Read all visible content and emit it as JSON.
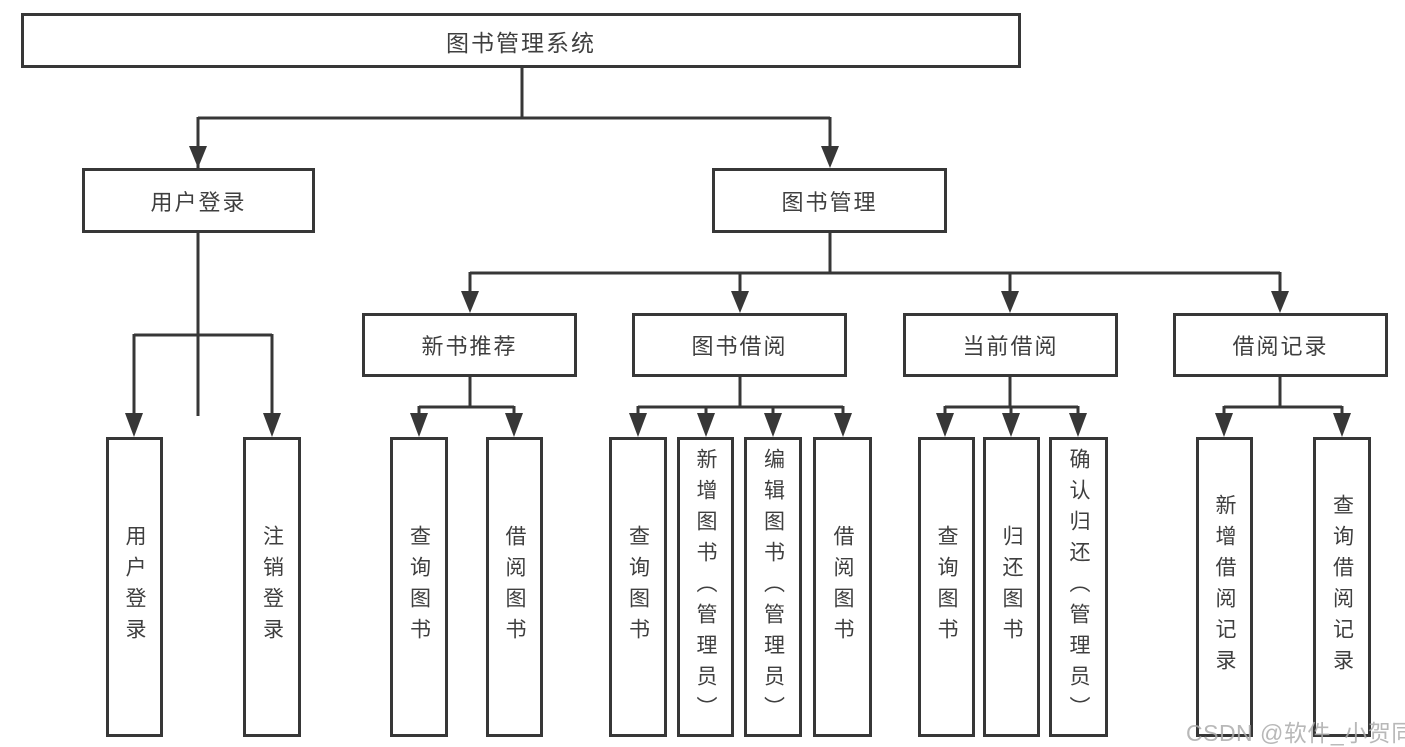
{
  "diagram": {
    "title": "图书管理系统",
    "tree": {
      "label": "图书管理系统",
      "children": [
        {
          "label": "用户登录",
          "children": [
            {
              "label": "用户登录"
            },
            {
              "label": "注销登录"
            }
          ]
        },
        {
          "label": "图书管理",
          "children": [
            {
              "label": "新书推荐",
              "children": [
                {
                  "label": "查询图书"
                },
                {
                  "label": "借阅图书"
                }
              ]
            },
            {
              "label": "图书借阅",
              "children": [
                {
                  "label": "查询图书"
                },
                {
                  "label": "新增图书（管理员）"
                },
                {
                  "label": "编辑图书（管理员）"
                },
                {
                  "label": "借阅图书"
                }
              ]
            },
            {
              "label": "当前借阅",
              "children": [
                {
                  "label": "查询图书"
                },
                {
                  "label": "归还图书"
                },
                {
                  "label": "确认归还（管理员）"
                }
              ]
            },
            {
              "label": "借阅记录",
              "children": [
                {
                  "label": "新增借阅记录"
                },
                {
                  "label": "查询借阅记录"
                }
              ]
            }
          ]
        }
      ]
    },
    "colors": {
      "line": "#373737",
      "text": "#3f3f3f",
      "background": "#ffffff",
      "watermark": "#acacac"
    }
  },
  "watermark": {
    "text": "CSDN @软件_小贺同学"
  }
}
